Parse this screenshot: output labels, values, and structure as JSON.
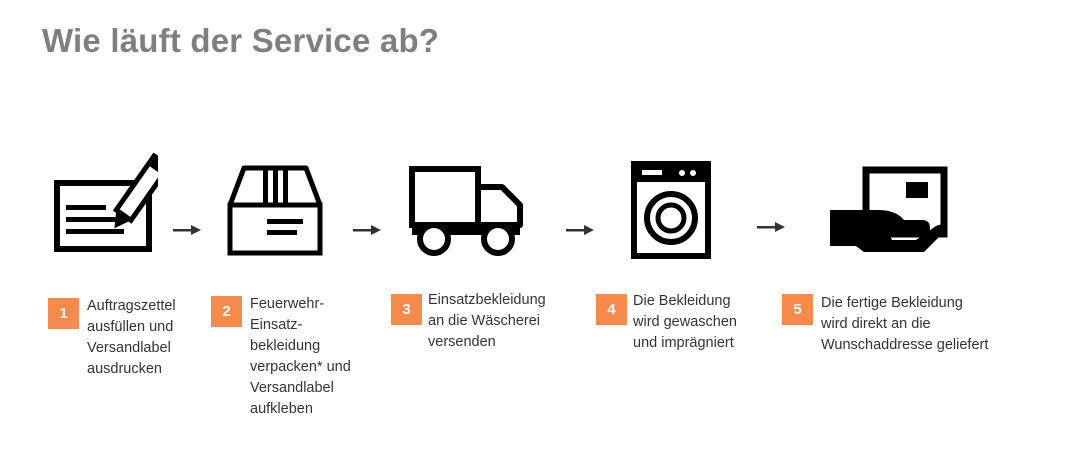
{
  "title": "Wie läuft der Service ab?",
  "accent_color": "#f58a4b",
  "steps": [
    {
      "number": "1",
      "icon": "order-form-pen-icon",
      "text": "Auftragszettel\nausfüllen und\nVersandlabel\nausdrucken"
    },
    {
      "number": "2",
      "icon": "package-box-icon",
      "text": "Feuerwehr-\nEinsatz-\nbekleidung\nverpacken* und\nVersandlabel\naufkleben"
    },
    {
      "number": "3",
      "icon": "delivery-truck-icon",
      "text": "Einsatzbekleidung\nan die Wäscherei\nversenden"
    },
    {
      "number": "4",
      "icon": "washing-machine-icon",
      "text": "Die Bekleidung\nwird gewaschen\nund imprägniert"
    },
    {
      "number": "5",
      "icon": "hand-delivery-icon",
      "text": "Die fertige Bekleidung\nwird direkt an die\nWunschaddresse geliefert"
    }
  ]
}
